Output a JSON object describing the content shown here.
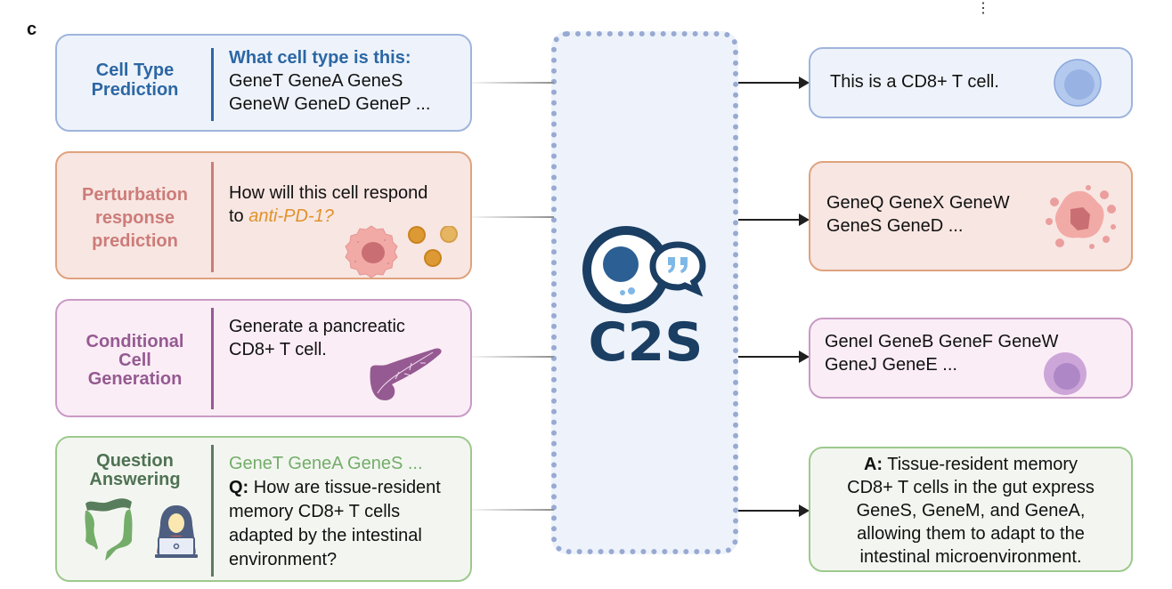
{
  "panel_label": "c",
  "menu_icon": "vertical-ellipsis",
  "hub": {
    "logo_text": "C2S",
    "colors": {
      "dark": "#1b3e63",
      "mid": "#2c5f93",
      "light": "#7fb8e6",
      "border": "#98aad3",
      "fill": "#eef3fb"
    }
  },
  "tasks": [
    {
      "title": "Cell Type Prediction",
      "prompt_heading": "What cell type is this:",
      "prompt_lines": [
        "GeneT GeneA GeneS",
        "GeneW GeneD GeneP ..."
      ],
      "color": "#2c67a4"
    },
    {
      "title_lines": [
        "Perturbation",
        "response",
        "prediction"
      ],
      "prompt_text": "How will this cell respond",
      "prompt_to": "to ",
      "prompt_drug": "anti-PD-1",
      "prompt_end": "?",
      "icons": [
        "tumor-cell-icon",
        "drug-molecule-icon"
      ],
      "color": "#cc7c79",
      "accent": "#e0922a"
    },
    {
      "title_lines": [
        "Conditional",
        "Cell",
        "Generation"
      ],
      "prompt_lines": [
        "Generate a pancreatic",
        "CD8+ T cell."
      ],
      "icons": [
        "pancreas-icon"
      ],
      "color": "#955a92"
    },
    {
      "title_lines": [
        "Question",
        "Answering"
      ],
      "genes": "GeneT GeneA GeneS ...",
      "q_label": "Q:",
      "question_lines": [
        " How are tissue-resident",
        "memory CD8+ T cells",
        "adapted by the intestinal",
        "environment?"
      ],
      "icons": [
        "intestine-icon",
        "researcher-laptop-icon"
      ],
      "color": "#4e7253",
      "accent": "#74ad6a"
    }
  ],
  "outputs": [
    {
      "text": "This is a CD8+ T cell.",
      "icon": "t-cell-icon"
    },
    {
      "lines": [
        "GeneQ GeneX GeneW",
        "GeneS GeneD ..."
      ],
      "icon": "perturbed-cell-icon"
    },
    {
      "lines": [
        "GeneI GeneB GeneF GeneW",
        "GeneJ GeneE ..."
      ],
      "icon": "generated-cell-icon"
    },
    {
      "a_label": "A:",
      "lines": [
        " Tissue-resident memory",
        "CD8+ T cells in the gut express",
        "GeneS, GeneM, and GeneA,",
        "allowing them to adapt to the",
        "intestinal microenvironment."
      ]
    }
  ]
}
